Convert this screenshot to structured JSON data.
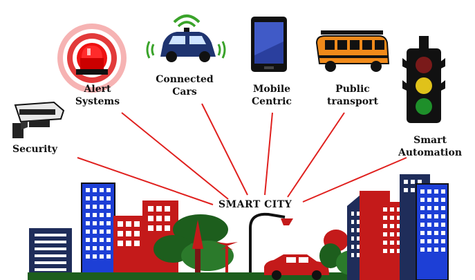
{
  "diagram": {
    "center_label": "SMART CITY",
    "nodes": [
      {
        "id": "security",
        "line1": "Security",
        "line2": "",
        "icon": "cctv-camera-icon"
      },
      {
        "id": "alert",
        "line1": "Alert",
        "line2": "Systems",
        "icon": "alarm-siren-icon"
      },
      {
        "id": "cars",
        "line1": "Connected",
        "line2": "Cars",
        "icon": "connected-car-icon"
      },
      {
        "id": "mobile",
        "line1": "Mobile",
        "line2": "Centric",
        "icon": "smartphone-icon"
      },
      {
        "id": "transport",
        "line1": "Public",
        "line2": "transport",
        "icon": "bus-icon"
      },
      {
        "id": "automation",
        "line1": "Smart",
        "line2": "Automation",
        "icon": "traffic-light-icon"
      }
    ],
    "colors": {
      "connector": "#e0201e",
      "text": "#111111",
      "blue_building": "#1d3fd6",
      "red_building": "#c41a1a",
      "navy_building": "#1f2d5a",
      "tree": "#1d5e1d"
    }
  }
}
